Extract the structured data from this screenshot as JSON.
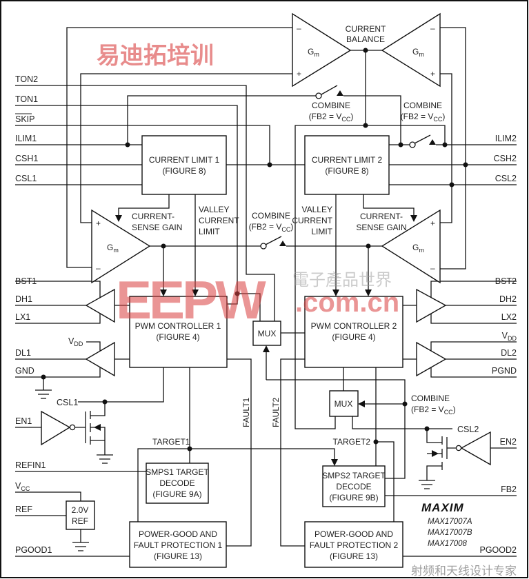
{
  "pins_left": {
    "ton2": "TON2",
    "ton1": "TON1",
    "skip": "SKIP",
    "ilim1": "ILIM1",
    "csh1": "CSH1",
    "csl1": "CSL1",
    "bst1": "BST1",
    "dh1": "DH1",
    "lx1": "LX1",
    "vdd_main": "V",
    "vdd_sub": "DD",
    "dl1": "DL1",
    "gnd": "GND",
    "csl1_mosfet": "CSL1",
    "en1": "EN1",
    "refin1": "REFIN1",
    "vcc_main": "V",
    "vcc_sub": "CC",
    "ref": "REF",
    "pgood1": "PGOOD1"
  },
  "pins_right": {
    "ilim2": "ILIM2",
    "csh2": "CSH2",
    "csl2": "CSL2",
    "bst2": "BST2",
    "dh2": "DH2",
    "lx2": "LX2",
    "vdd_main": "V",
    "vdd_sub": "DD",
    "dl2": "DL2",
    "pgnd": "PGND",
    "csl2_mosfet": "CSL2",
    "en2": "EN2",
    "fb2": "FB2",
    "pgood2": "PGOOD2"
  },
  "blocks": {
    "current_limit1": [
      "CURRENT LIMIT 1",
      "(FIGURE 8)"
    ],
    "current_limit2": [
      "CURRENT LIMIT 2",
      "(FIGURE 8)"
    ],
    "pwm1": [
      "PWM CONTROLLER 1",
      "(FIGURE 4)"
    ],
    "pwm2": [
      "PWM CONTROLLER 2",
      "(FIGURE 4)"
    ],
    "smps1": [
      "SMPS1 TARGET",
      "DECODE",
      "(FIGURE 9A)"
    ],
    "smps2": [
      "SMPS2 TARGET",
      "DECODE",
      "(FIGURE 9B)"
    ],
    "pg1": [
      "POWER-GOOD AND",
      "FAULT PROTECTION 1",
      "(FIGURE 13)"
    ],
    "pg2": [
      "POWER-GOOD AND",
      "FAULT PROTECTION 2",
      "(FIGURE 13)"
    ],
    "ref": [
      "2.0V",
      "REF"
    ],
    "mux1": "MUX",
    "mux2": "MUX"
  },
  "amplifiers": {
    "gm_main": "G",
    "gm_sub": "m",
    "plus": "+",
    "minus": "–"
  },
  "labels": {
    "current_balance": [
      "CURRENT",
      "BALANCE"
    ],
    "combine": "COMBINE",
    "combine_cond_pre": "(FB2 = V",
    "combine_cond_sub": "CC",
    "combine_cond_post": ")",
    "current_sense_gain": [
      "CURRENT-",
      "SENSE GAIN"
    ],
    "valley_current_limit": [
      "VALLEY",
      "CURRENT",
      "LIMIT"
    ],
    "target1": "TARGET1",
    "target2": "TARGET2",
    "fault1": "FAULT1",
    "fault2": "FAULT2"
  },
  "branding": {
    "logo": "MAXIM",
    "parts": [
      "MAX17007A",
      "MAX17007B",
      "MAX17008"
    ]
  },
  "watermarks": {
    "eepw": "EEPW",
    "eepw_cn": "電子產品世界",
    "domain": ".com.cn",
    "edatop": "易迪拓培训",
    "edatop_slogan": "射频和天线设计专家"
  }
}
